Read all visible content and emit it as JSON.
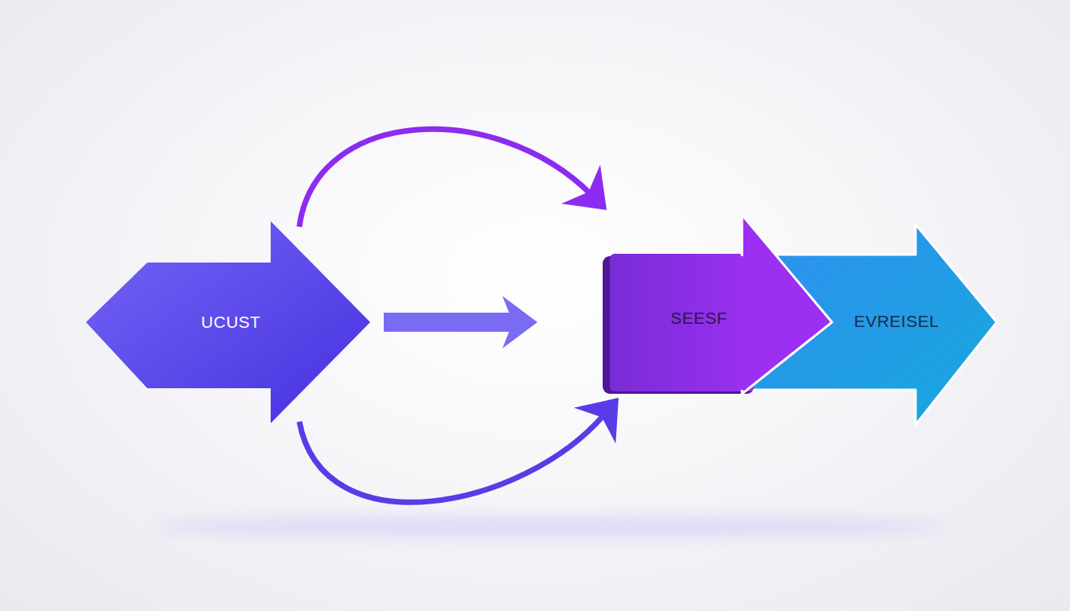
{
  "diagram": {
    "nodes": [
      {
        "text": [
          "UCUST"
        ]
      },
      {
        "text": [
          "SEESF"
        ]
      },
      {
        "text": [
          "EVREISEL"
        ]
      }
    ],
    "edges": [
      {
        "from": 0,
        "to": 1,
        "arrow": "to"
      },
      {
        "from": 0,
        "to": 1,
        "arrow": "to"
      },
      {
        "from": 0,
        "to": 1,
        "arrow": "to"
      }
    ]
  }
}
